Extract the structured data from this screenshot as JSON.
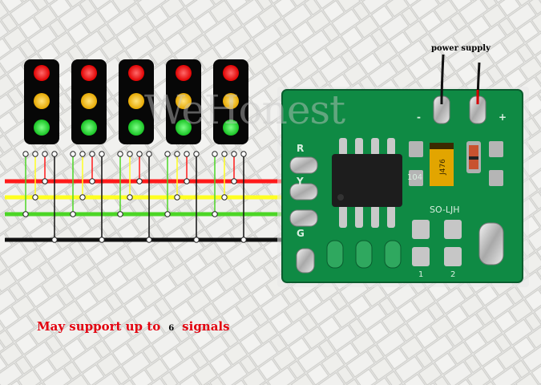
{
  "caption": {
    "prefix": "May support up to",
    "number": "6",
    "suffix": "signals"
  },
  "power_supply_label": "power supply",
  "watermark": "WeHonest",
  "board": {
    "pin_labels": [
      "R",
      "Y",
      "G"
    ],
    "minus_label": "-",
    "plus_label": "+",
    "silk_cap": "104",
    "silk_code": "SO-LJH",
    "silk_nums": [
      "1",
      "2"
    ],
    "chip_text": "J476"
  },
  "colors": {
    "red_wire": "#ff1a1a",
    "yellow_wire": "#ffff20",
    "green_wire": "#4cd626",
    "black_wire": "#111111",
    "pcb": "#0f8a44",
    "caption": "#e3000f"
  },
  "signal_count": 5,
  "lamp_colors": [
    "red",
    "yellow",
    "green"
  ]
}
